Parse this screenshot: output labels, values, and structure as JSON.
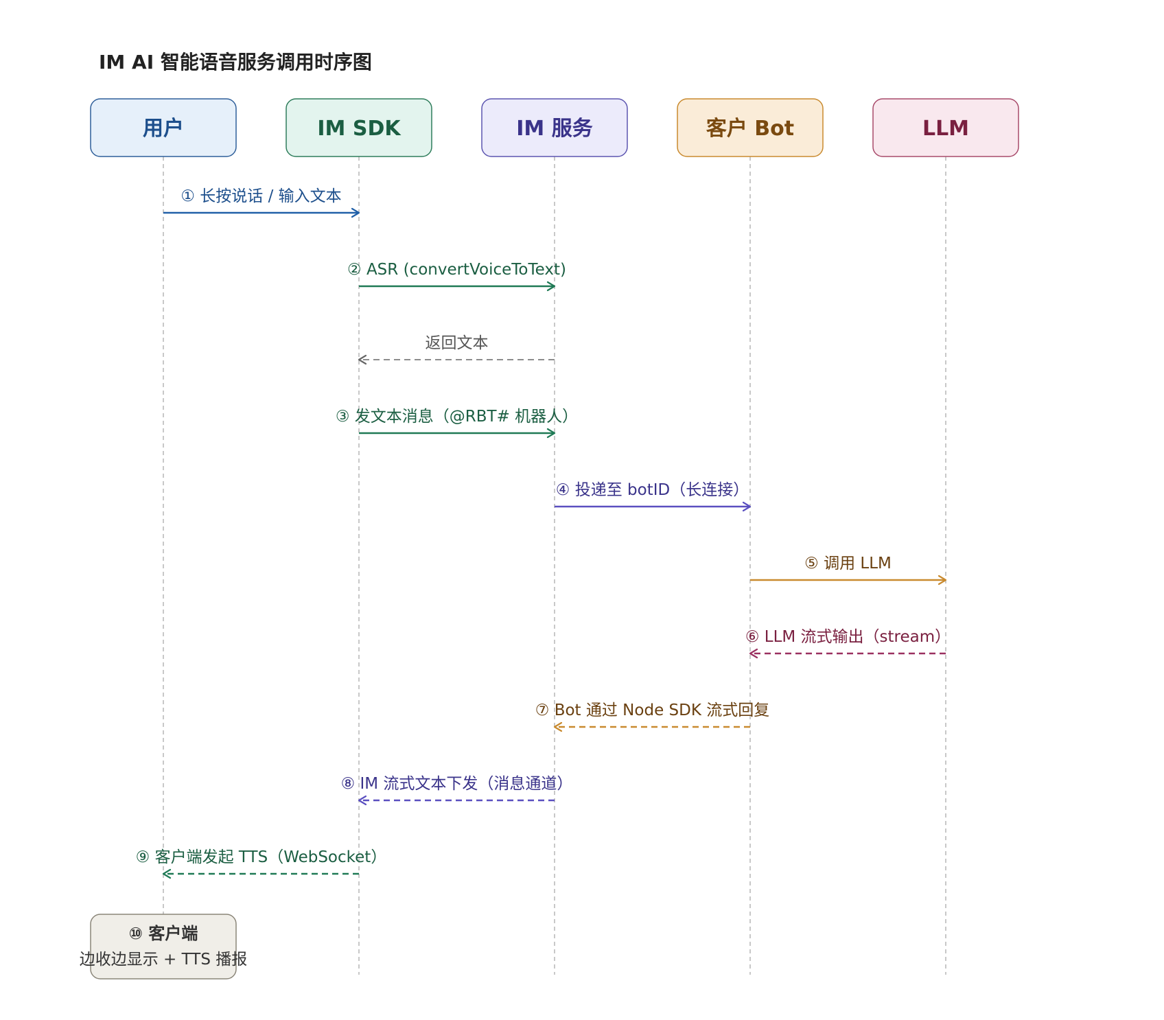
{
  "title": "IM AI 智能语音服务调用时序图",
  "actors": [
    {
      "label": "用户",
      "fill": "#e6f0fa",
      "stroke": "#2f5f9a",
      "text_color": "#1d4f8c"
    },
    {
      "label": "IM SDK",
      "fill": "#e3f4ee",
      "stroke": "#2e7d5b",
      "text_color": "#1b5e42"
    },
    {
      "label": "IM 服务",
      "fill": "#ecebfb",
      "stroke": "#5c55b0",
      "text_color": "#3a338a"
    },
    {
      "label": "客户 Bot",
      "fill": "#faecd8",
      "stroke": "#c98a2e",
      "text_color": "#7a4a10"
    },
    {
      "label": "LLM",
      "fill": "#f9e8ee",
      "stroke": "#a84a6a",
      "text_color": "#7a2040"
    }
  ],
  "messages": [
    {
      "label": "① 长按说话 / 输入文本",
      "from": 0,
      "to": 1,
      "dashed": false,
      "color": "#2160a8"
    },
    {
      "label": "② ASR (convertVoiceToText)",
      "from": 1,
      "to": 2,
      "dashed": false,
      "color": "#1f7a55"
    },
    {
      "label": "返回文本",
      "from": 2,
      "to": 1,
      "dashed": true,
      "color": "#666666"
    },
    {
      "label": "③ 发文本消息（@RBT# 机器人）",
      "from": 1,
      "to": 2,
      "dashed": false,
      "color": "#1f7a55"
    },
    {
      "label": "④ 投递至 botID（长连接）",
      "from": 2,
      "to": 3,
      "dashed": false,
      "color": "#5a4fc0"
    },
    {
      "label": "⑤ 调用 LLM",
      "from": 3,
      "to": 4,
      "dashed": false,
      "color": "#c98a2e"
    },
    {
      "label": "⑥ LLM 流式输出（stream）",
      "from": 4,
      "to": 3,
      "dashed": true,
      "color": "#9a3060"
    },
    {
      "label": "⑦ Bot 通过 Node SDK 流式回复",
      "from": 3,
      "to": 2,
      "dashed": true,
      "color": "#c98a2e"
    },
    {
      "label": "⑧ IM 流式文本下发（消息通道）",
      "from": 2,
      "to": 1,
      "dashed": true,
      "color": "#5a4fc0"
    },
    {
      "label": "⑨ 客户端发起 TTS（WebSocket）",
      "from": 1,
      "to": 0,
      "dashed": true,
      "color": "#1f7a55"
    }
  ],
  "label_colors": [
    "#1d4f8c",
    "#1b5e42",
    "#555555",
    "#1b5e42",
    "#3a338a",
    "#6a4010",
    "#7a2040",
    "#6a4010",
    "#3a338a",
    "#1b5e42"
  ],
  "note": {
    "title": "⑩ 客户端",
    "subtitle": "边收边显示 + TTS 播报",
    "fill": "#f0eee8",
    "stroke": "#8a8578"
  },
  "lifeline_color": "#aaaaaa"
}
